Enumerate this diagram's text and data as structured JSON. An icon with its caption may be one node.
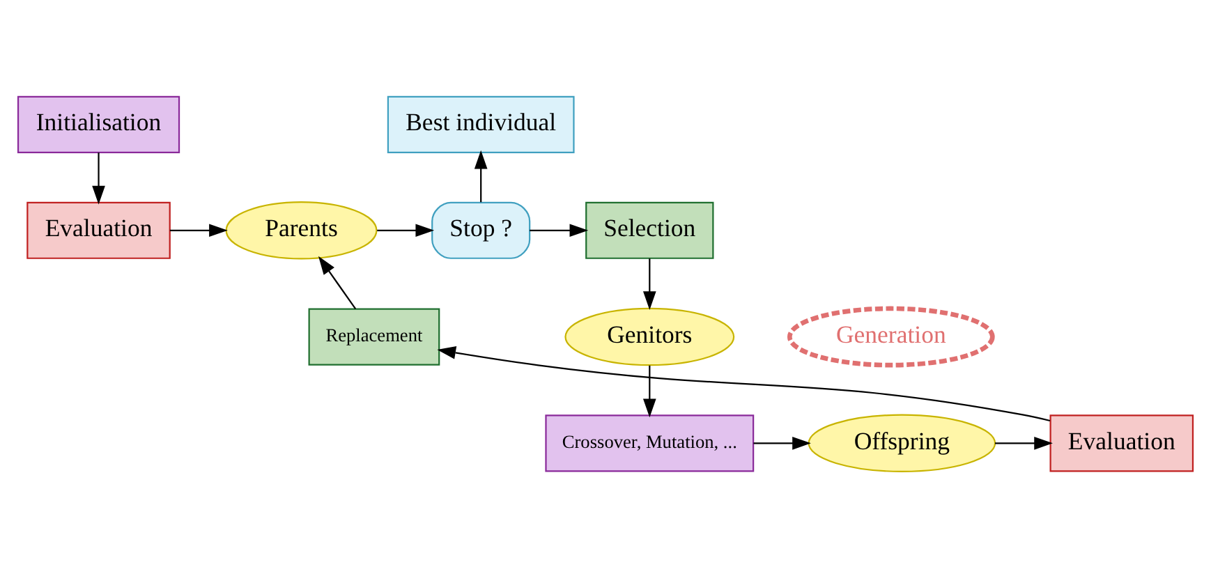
{
  "diagram": {
    "nodes": [
      {
        "text": [
          "Initialisation"
        ]
      },
      {
        "text": [
          "Evaluation"
        ]
      },
      {
        "text": [
          "Parents"
        ]
      },
      {
        "text": [
          "Stop ?"
        ]
      },
      {
        "text": [
          "Best individual"
        ]
      },
      {
        "text": [
          "Selection"
        ]
      },
      {
        "text": [
          "Genitors"
        ]
      },
      {
        "text": [
          "Crossover, Mutation, ..."
        ]
      },
      {
        "text": [
          "Offspring"
        ]
      },
      {
        "text": [
          "Evaluation"
        ]
      },
      {
        "text": [
          "Replacement"
        ]
      },
      {
        "text": [
          "Generation"
        ]
      }
    ],
    "edges": [
      {
        "from": 0,
        "to": 1,
        "arrow": "to"
      },
      {
        "from": 1,
        "to": 2,
        "arrow": "to"
      },
      {
        "from": 2,
        "to": 3,
        "arrow": "to"
      },
      {
        "from": 3,
        "to": 4,
        "arrow": "to"
      },
      {
        "from": 3,
        "to": 5,
        "arrow": "to"
      },
      {
        "from": 5,
        "to": 6,
        "arrow": "to"
      },
      {
        "from": 6,
        "to": 7,
        "arrow": "to"
      },
      {
        "from": 7,
        "to": 8,
        "arrow": "to"
      },
      {
        "from": 8,
        "to": 9,
        "arrow": "to"
      },
      {
        "from": 9,
        "to": 10,
        "arrow": "to"
      },
      {
        "from": 10,
        "to": 2,
        "arrow": "to"
      }
    ]
  }
}
